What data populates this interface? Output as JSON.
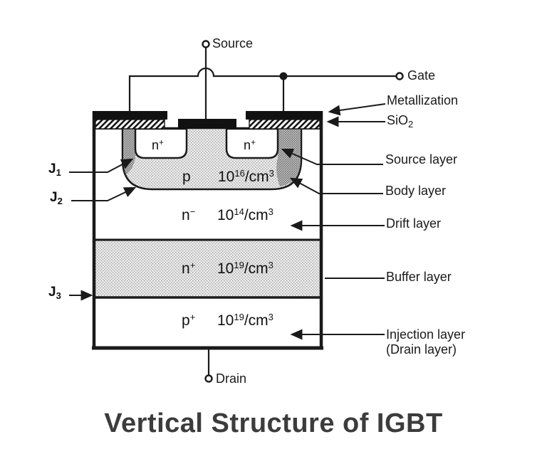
{
  "title": "Vertical Structure of IGBT",
  "terminals": {
    "source": "Source",
    "gate": "Gate",
    "drain": "Drain"
  },
  "junctions": [
    {
      "base": "J",
      "sub": "1"
    },
    {
      "base": "J",
      "sub": "2"
    },
    {
      "base": "J",
      "sub": "3"
    }
  ],
  "annotations": {
    "metallization": "Metallization",
    "sio2": {
      "base": "SiO",
      "sub": "2"
    },
    "source_layer": "Source layer",
    "body_layer": "Body layer",
    "drift_layer": "Drift layer",
    "buffer_layer": "Buffer layer",
    "injection_layer_line1": "Injection layer",
    "injection_layer_line2": "(Drain layer)"
  },
  "regions": {
    "source_left": {
      "base": "n",
      "sup": "+"
    },
    "source_right": {
      "base": "n",
      "sup": "+"
    },
    "body": {
      "base": "p",
      "conc": {
        "mantissa": "10",
        "exponent": "16",
        "unit": "/cm",
        "unit_exponent": "3"
      }
    },
    "drift": {
      "base": "n",
      "sup": "−",
      "conc": {
        "mantissa": "10",
        "exponent": "14",
        "unit": "/cm",
        "unit_exponent": "3"
      }
    },
    "buffer": {
      "base": "n",
      "sup": "+",
      "conc": {
        "mantissa": "10",
        "exponent": "19",
        "unit": "/cm",
        "unit_exponent": "3"
      }
    },
    "injection": {
      "base": "p",
      "sup": "+",
      "conc": {
        "mantissa": "10",
        "exponent": "19",
        "unit": "/cm",
        "unit_exponent": "3"
      }
    }
  },
  "colors": {
    "line": "#1a1a1a",
    "title": "#3c3c3c",
    "background": "#ffffff"
  }
}
